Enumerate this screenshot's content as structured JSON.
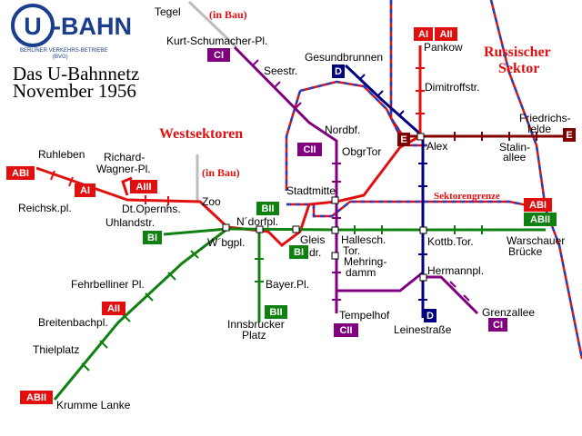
{
  "logo": {
    "letter": "U",
    "word": "-BAHN",
    "org_line1": "BERLINER VERKEHRS-BETRIEBE",
    "org_line2": "(BVG)"
  },
  "title": {
    "line1": "Das U-Bahnnetz",
    "line2": "November 1956"
  },
  "sectors": {
    "russian_line1": "Russischer",
    "russian_line2": "Sektor",
    "west": "Westsektoren",
    "border": "Sektorengrenze"
  },
  "construction": {
    "tegel_note": "(in Bau)",
    "zoo_note": "(in Bau)"
  },
  "stations": {
    "tegel": "Tegel",
    "kurt_schumacher": "Kurt-Schumacher-Pl.",
    "seestr": "Seestr.",
    "gesundbrunnen": "Gesundbrunnen",
    "pankow": "Pankow",
    "dimitroffstr": "Dimitroffstr.",
    "friedrichsfelde_1": "Friedrichs-",
    "friedrichsfelde_2": "felde",
    "nordbf": "Nordbf.",
    "obgrtor": "ObgrTor",
    "alex": "Alex",
    "stalinallee_1": "Stalin-",
    "stalinallee_2": "allee",
    "ruhleben": "Ruhleben",
    "richard_wagner_1": "Richard-",
    "richard_wagner_2": "Wagner-Pl.",
    "reichskpl": "Reichsk.pl.",
    "dt_opernhs": "Dt.Opernhs.",
    "uhlandstr": "Uhlandstr.",
    "zoo": "Zoo",
    "stadtmitte": "Stadtmitte",
    "ndorfpl": "N´dorfpl.",
    "wbgpl": "W´bgpl.",
    "gleisdr_1": "Gleis",
    "gleisdr_2": "dr.",
    "hallesch_1": "Hallesch.",
    "hallesch_2": "Tor.",
    "mehringdamm_1": "Mehring-",
    "mehringdamm_2": "damm",
    "kottbtor": "Kottb.Tor.",
    "warschauer_1": "Warschauer",
    "warschauer_2": "Brücke",
    "hermannpl": "Hermannpl.",
    "fehrbelliner": "Fehrbelliner Pl.",
    "bayerpl": "Bayer.Pl.",
    "breitenbachpl": "Breitenbachpl.",
    "grenzallee": "Grenzallee",
    "thielplatz": "Thielplatz",
    "innsbrucker_1": "Innsbrucker",
    "innsbrucker_2": "Platz",
    "tempelhof": "Tempelhof",
    "leinestrasse": "Leinestraße",
    "krumme_lanke": "Krumme Lanke"
  },
  "badges": {
    "ai": "AI",
    "aii": "AII",
    "ci": "CI",
    "cii": "CII",
    "d": "D",
    "e": "E",
    "abi": "ABI",
    "abii": "ABII",
    "bi": "BI",
    "bii": "BII"
  },
  "colors": {
    "line_a": "#e01010",
    "line_b": "#108010",
    "line_c": "#800080",
    "line_d": "#000080",
    "line_e": "#800000",
    "under_construction": "#bdbdbd",
    "sector_border_red": "#e01010",
    "sector_border_blue": "#2040c0",
    "logo_blue": "#1a3e8c",
    "sector_label": "#e01010"
  }
}
